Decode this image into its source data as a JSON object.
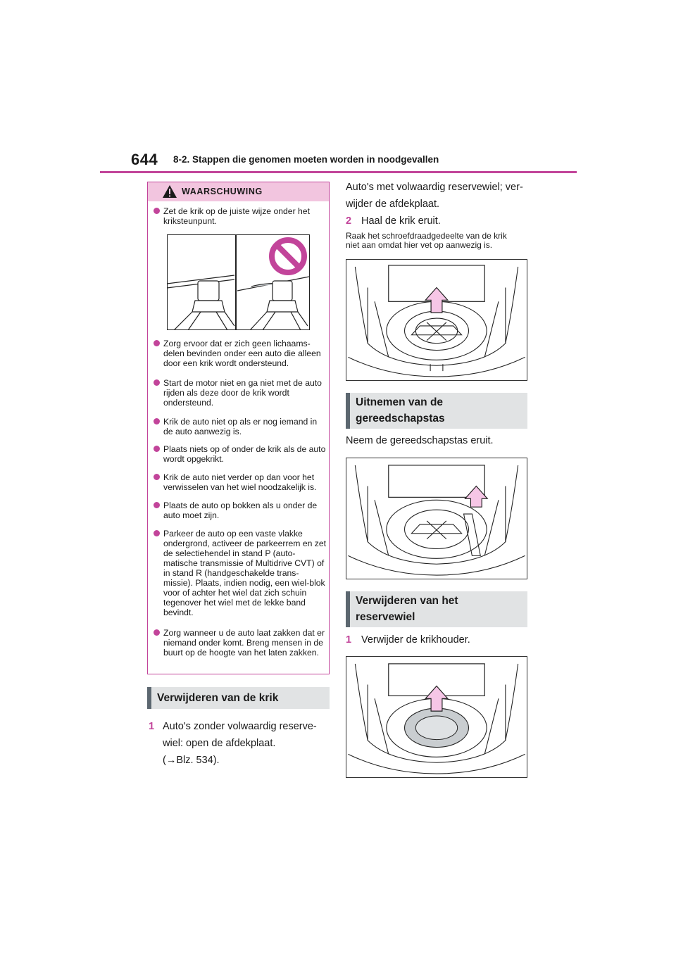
{
  "header": {
    "page_number": "644",
    "section_title": "8-2. Stappen die genomen moeten worden in noodgevallen"
  },
  "warning": {
    "label": "WAARSCHUWING",
    "items": [
      "Zet de krik op de juiste wijze onder het kriksteunpunt.",
      "Zorg ervoor dat er zich geen lichaams-delen bevinden onder een auto die alleen door een krik wordt ondersteund.",
      "Start de motor niet en ga niet met de auto rijden als deze door de krik wordt ondersteund.",
      "Krik de auto niet op als er nog iemand in de auto aanwezig is.",
      "Plaats niets op of onder de krik als de auto wordt opgekrikt.",
      "Krik de auto niet verder op dan voor het verwisselen van het wiel noodzakelijk is.",
      "Plaats de auto op bokken als u onder de auto moet zijn.",
      "Parkeer de auto op een vaste vlakke ondergrond, activeer de parkeerrem en zet de selectiehendel in stand P (auto-matische transmissie of Multidrive CVT) of in stand R (handgeschakelde trans-missie). Plaats, indien nodig, een wiel-blok voor of achter het wiel dat zich schuin tegenover het wiel met de lekke band bevindt.",
      "Zorg wanneer u de auto laat zakken dat er niemand onder komt. Breng mensen in de buurt op de hoogte van het laten zakken."
    ]
  },
  "left": {
    "heading": "Verwijderen van de krik",
    "step1_num": "1",
    "step1_line1": "Auto's zonder volwaardig reserve-",
    "step1_line2": "wiel: open de afdekplaat.",
    "step1_line3": "(→Blz. 534)."
  },
  "right": {
    "intro_line1": "Auto's met volwaardig reservewiel; ver-",
    "intro_line2": "wijder de afdekplaat.",
    "step2_num": "2",
    "step2_text": "Haal de krik eruit.",
    "note_line1": "Raak het schroefdraadgedeelte van de krik",
    "note_line2": "niet aan omdat hier vet op aanwezig is.",
    "heading2_line1": "Uitnemen van de",
    "heading2_line2": "gereedschapstas",
    "toolbag_text": "Neem de gereedschapstas eruit.",
    "heading3_line1": "Verwijderen van het",
    "heading3_line2": "reservewiel",
    "step3_num": "1",
    "step3_text": "Verwijder de krikhouder."
  },
  "colors": {
    "accent": "#c2449a",
    "arrow_fill": "#f6c6e6",
    "heading_bg": "#e1e3e4",
    "heading_bar": "#5c6770"
  }
}
